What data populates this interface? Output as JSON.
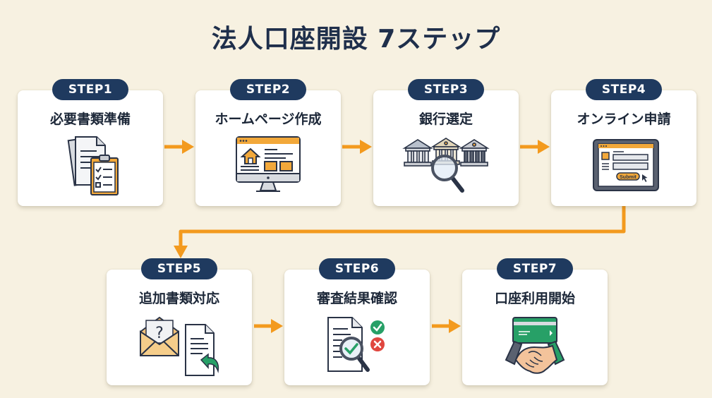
{
  "title": "法人口座開設 7ステップ",
  "colors": {
    "background": "#f7f1e1",
    "badge": "#1f3a5f",
    "arrow": "#f39a1e",
    "title": "#1f2f4b"
  },
  "steps": [
    {
      "badge": "STEP1",
      "label": "必要書類準備",
      "icon": "documents-clipboard-icon"
    },
    {
      "badge": "STEP2",
      "label": "ホームページ作成",
      "icon": "website-monitor-icon"
    },
    {
      "badge": "STEP3",
      "label": "銀行選定",
      "icon": "bank-search-icon"
    },
    {
      "badge": "STEP4",
      "label": "オンライン申請",
      "icon": "online-form-tablet-icon",
      "button_text": "Submit"
    },
    {
      "badge": "STEP5",
      "label": "追加書類対応",
      "icon": "envelope-document-reply-icon"
    },
    {
      "badge": "STEP6",
      "label": "審査結果確認",
      "icon": "document-review-icon"
    },
    {
      "badge": "STEP7",
      "label": "口座利用開始",
      "icon": "card-handshake-icon"
    }
  ]
}
